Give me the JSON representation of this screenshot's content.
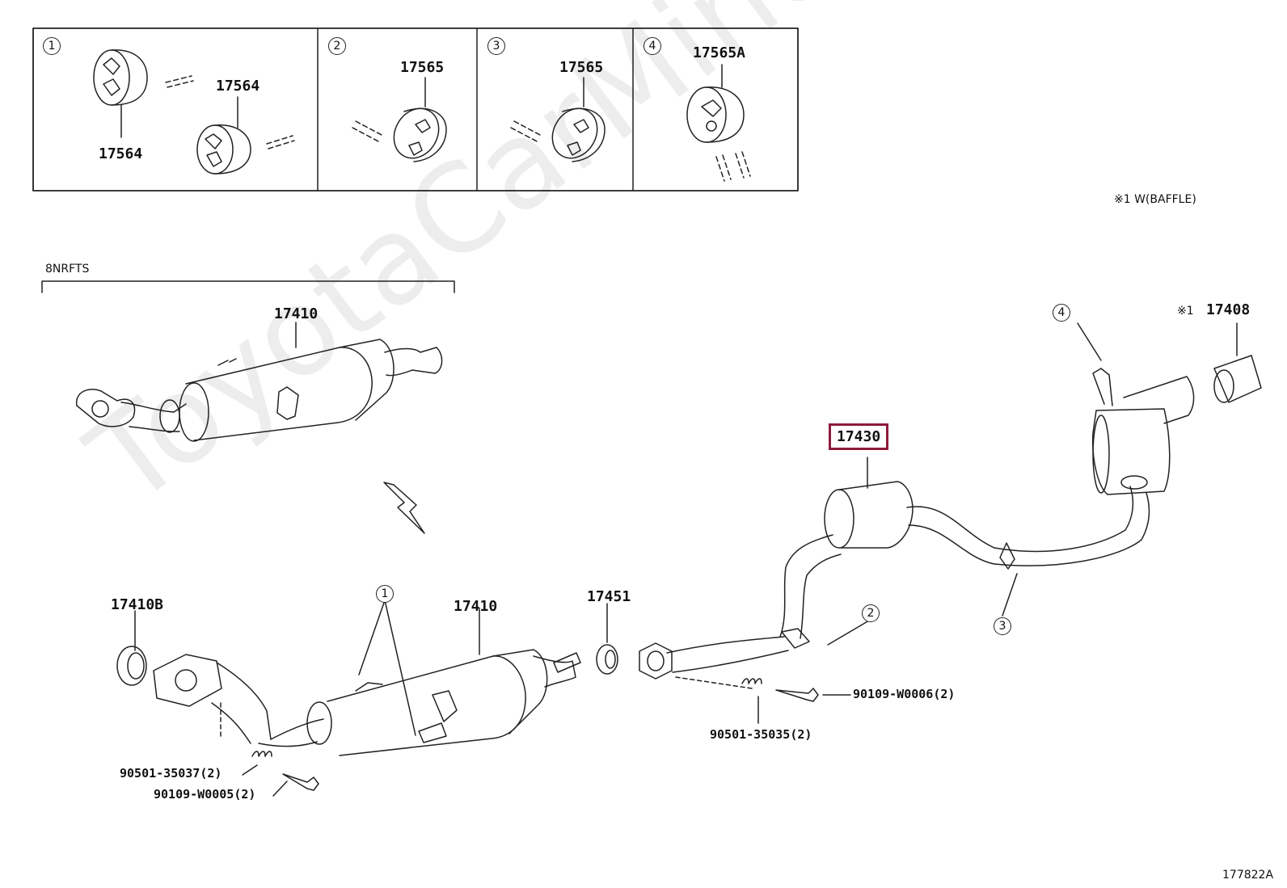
{
  "watermark": "ToyotaCarMine.ru",
  "inset": {
    "panels": [
      {
        "number": "1",
        "parts": [
          "17564",
          "17564"
        ]
      },
      {
        "number": "2",
        "parts": [
          "17565"
        ]
      },
      {
        "number": "3",
        "parts": [
          "17565"
        ]
      },
      {
        "number": "4",
        "parts": [
          "17565A"
        ]
      }
    ]
  },
  "baffle_note": "※1 W(BAFFLE)",
  "bracket_label": "8NRFTS",
  "parts": {
    "top_converter": "17410",
    "gasket_left": "17410B",
    "converter": "17410",
    "gasket_mid": "17451",
    "center_pipe": "17430",
    "tail_note_mark": "※1",
    "tail_baffle": "17408",
    "spring_left": "90501-35037(2)",
    "bolt_left": "90109-W0005(2)",
    "bolt_right": "90109-W0006(2)",
    "spring_right": "90501-35035(2)"
  },
  "callouts": {
    "converter_hanger": "1",
    "center_hanger": "2",
    "mid_hanger": "3",
    "tail_hanger": "4"
  },
  "highlight_color": "#8e1a3c",
  "diagram_code": "177822A"
}
